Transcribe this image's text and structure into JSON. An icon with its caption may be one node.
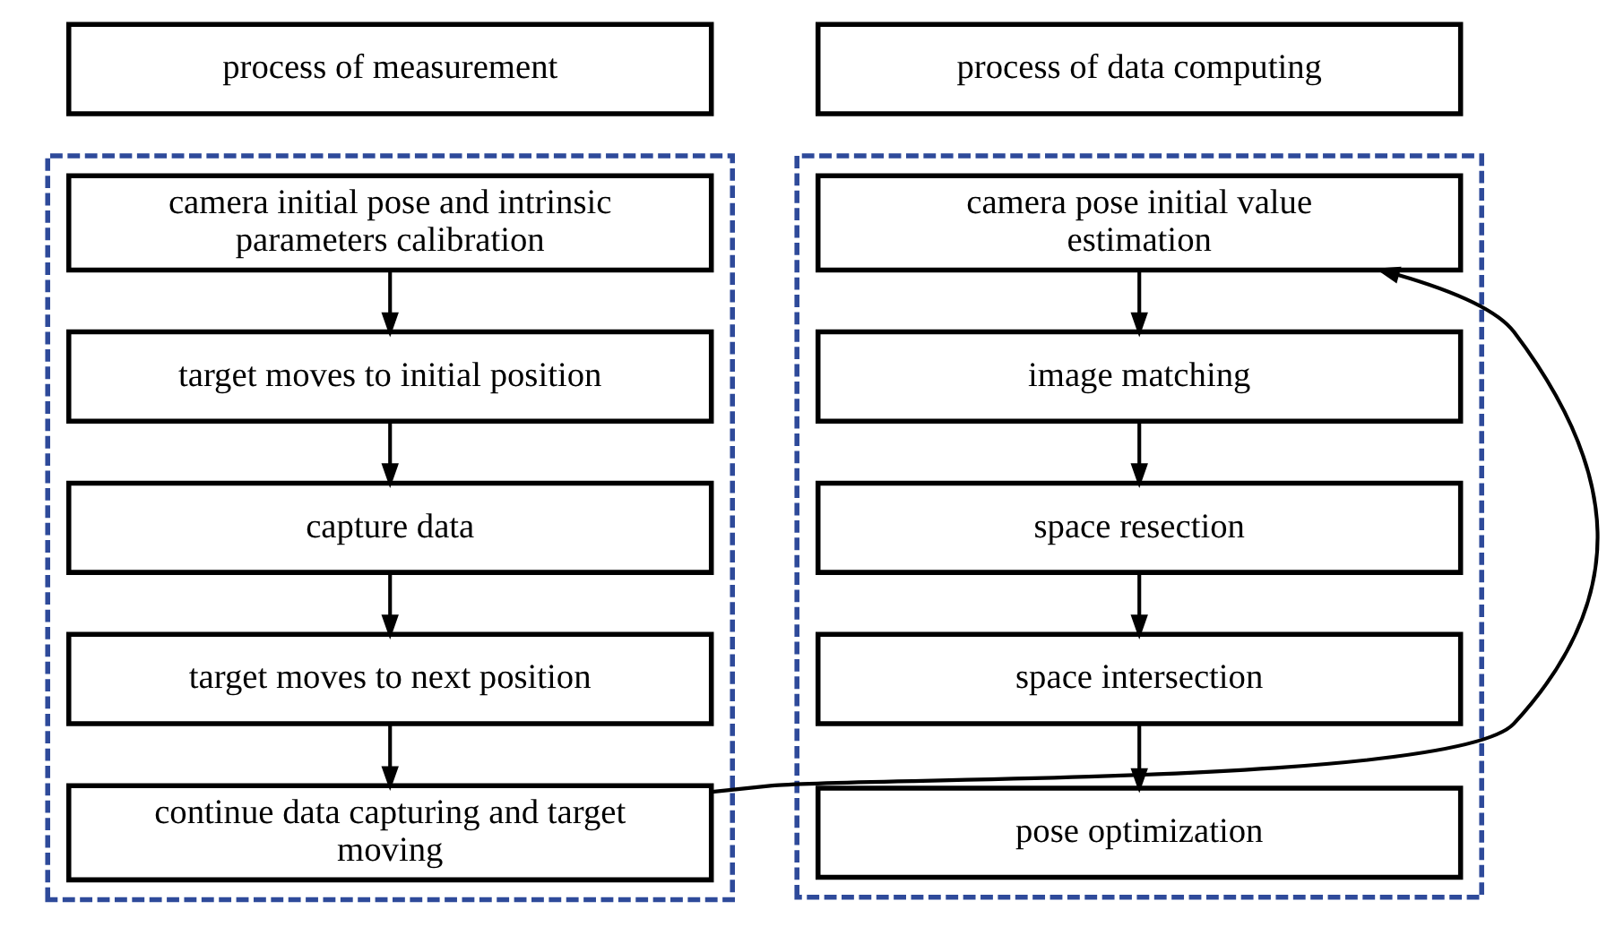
{
  "diagram": {
    "nodes": [
      {
        "text": [
          "process of measurement"
        ]
      },
      {
        "text": [],
        "shape": "box"
      },
      {
        "text": [
          "camera initial pose and intrinsic parameters calibration"
        ],
        "in": 1
      },
      {
        "text": [
          "target moves to initial position"
        ],
        "in": 1
      },
      {
        "text": [
          "capture data"
        ],
        "in": 1
      },
      {
        "text": [
          "target moves to next position"
        ],
        "in": 1
      },
      {
        "text": [
          "continue data capturing and target moving"
        ],
        "in": 1
      },
      {
        "text": [
          "process of data computing"
        ]
      },
      {
        "text": [],
        "shape": "box"
      },
      {
        "text": [
          "camera pose initial value estimation"
        ],
        "in": 8
      },
      {
        "text": [
          "image matching"
        ],
        "in": 8
      },
      {
        "text": [
          "space resection"
        ],
        "in": 8
      },
      {
        "text": [
          "space intersection"
        ],
        "in": 8
      },
      {
        "text": [
          "pose optimization"
        ],
        "in": 8
      }
    ],
    "edges": [
      {
        "from": 2,
        "to": 3,
        "arrow": "to"
      },
      {
        "from": 3,
        "to": 4,
        "arrow": "to"
      },
      {
        "from": 4,
        "to": 5,
        "arrow": "to"
      },
      {
        "from": 5,
        "to": 6,
        "arrow": "to"
      },
      {
        "from": 6,
        "to": 9,
        "arrow": "to"
      },
      {
        "from": 9,
        "to": 10,
        "arrow": "to"
      },
      {
        "from": 10,
        "to": 11,
        "arrow": "to"
      },
      {
        "from": 11,
        "to": 12,
        "arrow": "to"
      },
      {
        "from": 12,
        "to": 13,
        "arrow": "to"
      }
    ]
  }
}
